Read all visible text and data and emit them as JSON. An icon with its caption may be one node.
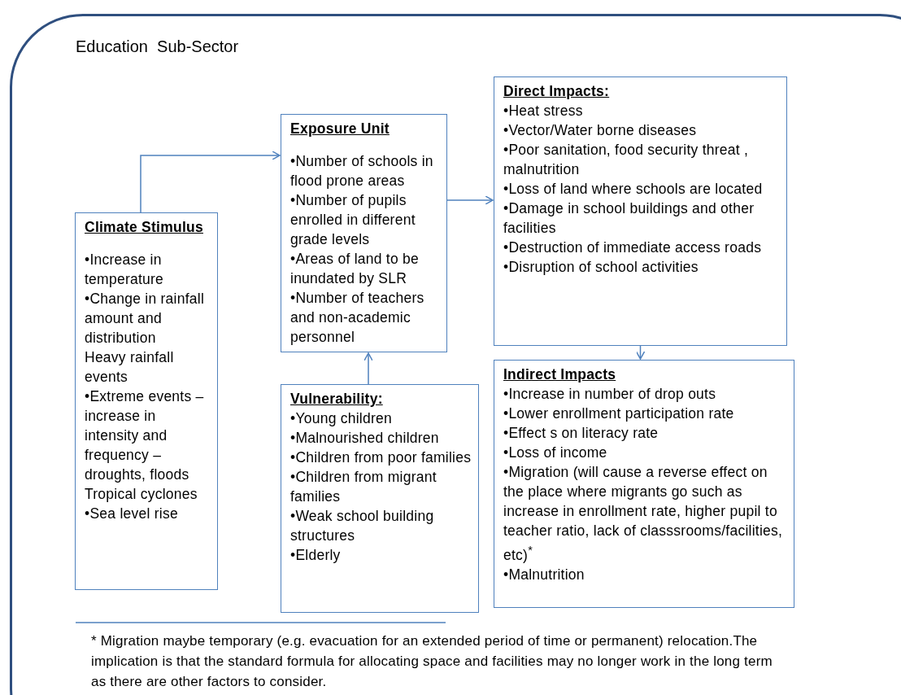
{
  "diagram": {
    "nodes": [
      {
        "text": [
          "Education  Sub-Sector"
        ]
      },
      {
        "text": [
          "Climate Stimulus",
          "•Increase in temperature",
          "•Change in rainfall amount and distribution",
          "Heavy rainfall events",
          "•Extreme events – increase in intensity and frequency – droughts, floods",
          "Tropical cyclones",
          "•Sea level rise"
        ],
        "in": 0
      },
      {
        "text": [
          "Exposure Unit",
          "•Number of schools in flood prone areas",
          "•Number of pupils enrolled in different grade levels",
          "•Areas of land to be inundated by SLR",
          "•Number of teachers and non-academic personnel"
        ],
        "in": 0
      },
      {
        "text": [
          "Vulnerability:",
          "•Young children",
          "•Malnourished children",
          "•Children from poor families",
          "•Children from migrant families",
          "•Weak school building structures",
          "•Elderly"
        ],
        "in": 0
      },
      {
        "text": [
          "Direct Impacts:",
          "•Heat stress",
          "•Vector/Water borne diseases",
          "•Poor sanitation, food security threat , malnutrition",
          "•Loss of land where schools are located",
          "•Damage in school buildings and other facilities",
          "•Destruction of immediate access roads",
          "•Disruption of school activities"
        ],
        "in": 0
      },
      {
        "text": [
          "Indirect Impacts",
          "•Increase in number of drop outs",
          "•Lower  enrollment participation rate",
          "•Effect s on literacy rate",
          "•Loss of income",
          "•Migration (will cause a reverse effect on the place where migrants go such as increase in enrollment rate, higher pupil to teacher ratio, lack of classsrooms/facilities, etc)$^{*}$",
          "•Malnutrition"
        ],
        "in": 0
      }
    ],
    "edges": [
      {
        "from": 1,
        "to": 2,
        "arrow": "to"
      },
      {
        "from": 2,
        "to": 4,
        "arrow": "to"
      },
      {
        "from": 3,
        "to": 2,
        "arrow": "to"
      },
      {
        "from": 4,
        "to": 5,
        "arrow": "to"
      }
    ],
    "labels": [
      "* Migration maybe temporary (e.g. evacuation for an extended period of time or permanent) relocation.The implication is that the standard formula for allocating space and facilities may no longer work in the long term as there are other factors to consider."
    ]
  }
}
